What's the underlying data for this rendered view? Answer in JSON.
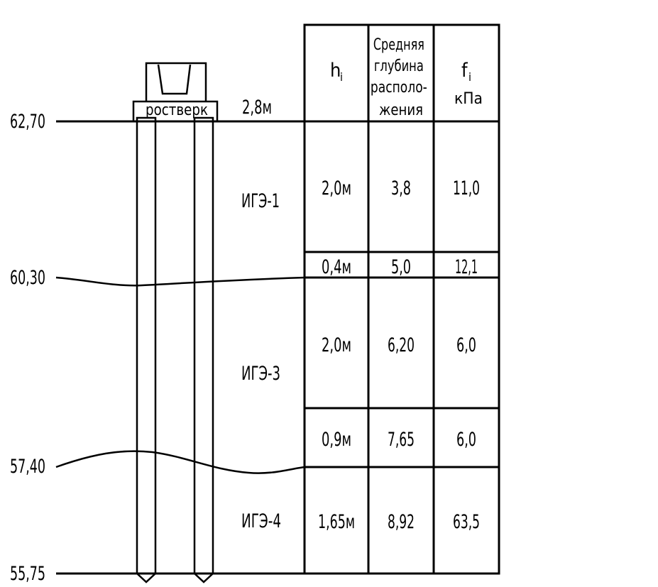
{
  "elevations": [
    {
      "name": "elevation-62-70",
      "label": "62,70"
    },
    {
      "name": "elevation-60-30",
      "label": "60,30"
    },
    {
      "name": "elevation-57-40",
      "label": "57,40"
    },
    {
      "name": "elevation-55-75",
      "label": "55,75"
    }
  ],
  "pile_cap": {
    "label": "ростверк",
    "cap_depth": "2,8м"
  },
  "layers": [
    {
      "name": "ige-1",
      "label": "ИГЭ-1"
    },
    {
      "name": "ige-3",
      "label": "ИГЭ-3"
    },
    {
      "name": "ige-4",
      "label": "ИГЭ-4"
    }
  ],
  "table": {
    "headers": {
      "h": "h",
      "h_sub": "i",
      "depth_lines": [
        "Средняя",
        "глубина",
        "располо-",
        "жения"
      ],
      "f": "f",
      "f_sub": "i",
      "f_unit": "кПа"
    },
    "rows": [
      {
        "h": "2,0м",
        "depth": "3,8",
        "f": "11,0"
      },
      {
        "h": "0,4м",
        "depth": "5,0",
        "f": "12,1"
      },
      {
        "h": "2,0м",
        "depth": "6,20",
        "f": "6,0"
      },
      {
        "h": "0,9м",
        "depth": "7,65",
        "f": "6,0"
      },
      {
        "h": "1,65м",
        "depth": "8,92",
        "f": "63,5"
      }
    ]
  }
}
